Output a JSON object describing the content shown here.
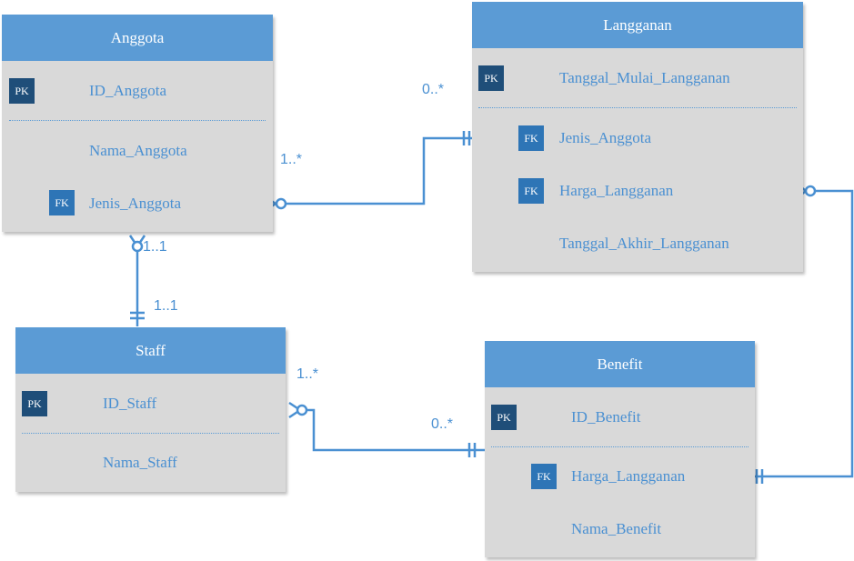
{
  "colors": {
    "header": "#5b9bd5",
    "body": "#d9d9d9",
    "pk_badge": "#1f4e79",
    "fk_badge": "#2e75b6",
    "line": "#4a90d2",
    "text": "#4a90d2"
  },
  "entities": {
    "anggota": {
      "title": "Anggota",
      "pk": {
        "badge": "PK",
        "name": "ID_Anggota"
      },
      "attr1": "Nama_Anggota",
      "fk": {
        "badge": "FK",
        "name": "Jenis_Anggota"
      }
    },
    "langganan": {
      "title": "Langganan",
      "pk": {
        "badge": "PK",
        "name": "Tanggal_Mulai_Langganan"
      },
      "fk1": {
        "badge": "FK",
        "name": "Jenis_Anggota"
      },
      "fk2": {
        "badge": "FK",
        "name": "Harga_Langganan"
      },
      "attr1": "Tanggal_Akhir_Langganan"
    },
    "staff": {
      "title": "Staff",
      "pk": {
        "badge": "PK",
        "name": "ID_Staff"
      },
      "attr1": "Nama_Staff"
    },
    "benefit": {
      "title": "Benefit",
      "pk": {
        "badge": "PK",
        "name": "ID_Benefit"
      },
      "fk": {
        "badge": "FK",
        "name": "Harga_Langganan"
      },
      "attr1": "Nama_Benefit"
    }
  },
  "relationships": {
    "anggota_langganan": {
      "from_card": "1..*",
      "to_card": "0..*"
    },
    "anggota_staff": {
      "from_card": "1..1",
      "to_card": "1..1"
    },
    "staff_benefit": {
      "from_card": "1..*",
      "to_card": "0..*"
    },
    "langganan_benefit": {}
  }
}
